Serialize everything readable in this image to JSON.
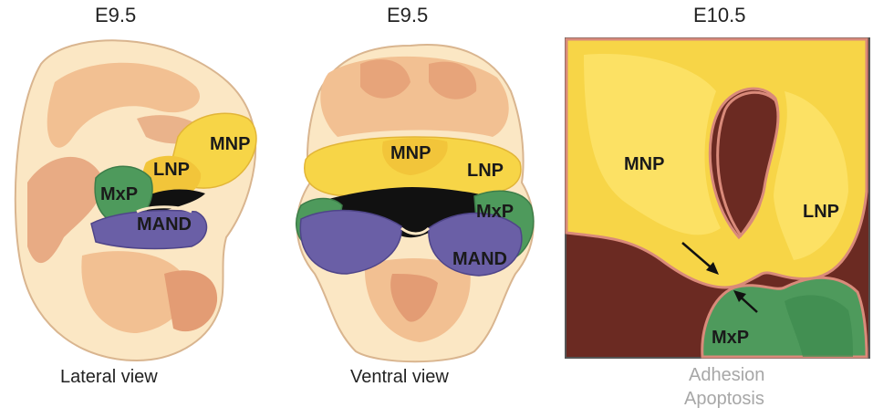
{
  "panels": [
    {
      "stage": "E9.5",
      "caption": "Lateral view",
      "labels": {
        "mnp": "MNP",
        "lnp": "LNP",
        "mxp": "MxP",
        "mand": "MAND"
      }
    },
    {
      "stage": "E9.5",
      "caption": "Ventral view",
      "labels": {
        "mnp": "MNP",
        "lnp": "LNP",
        "mxp": "MxP",
        "mand": "MAND"
      }
    },
    {
      "stage": "E10.5",
      "caption_lines": [
        "Adhesion",
        "Apoptosis"
      ],
      "labels": {
        "mnp": "MNP",
        "lnp": "LNP",
        "mxp": "MxP"
      }
    }
  ],
  "colors": {
    "skin_light": "#fbe7c4",
    "skin_mid": "#f2c092",
    "skin_dark": "#e39c74",
    "mnp_yellow": "#f7d547",
    "lnp_yellow": "#f2c53a",
    "mxp_green": "#4e9a5c",
    "mand_purple": "#6a5fa6",
    "mesenchyme_brown": "#6b2a22",
    "outline_pink": "#d98a7a"
  }
}
